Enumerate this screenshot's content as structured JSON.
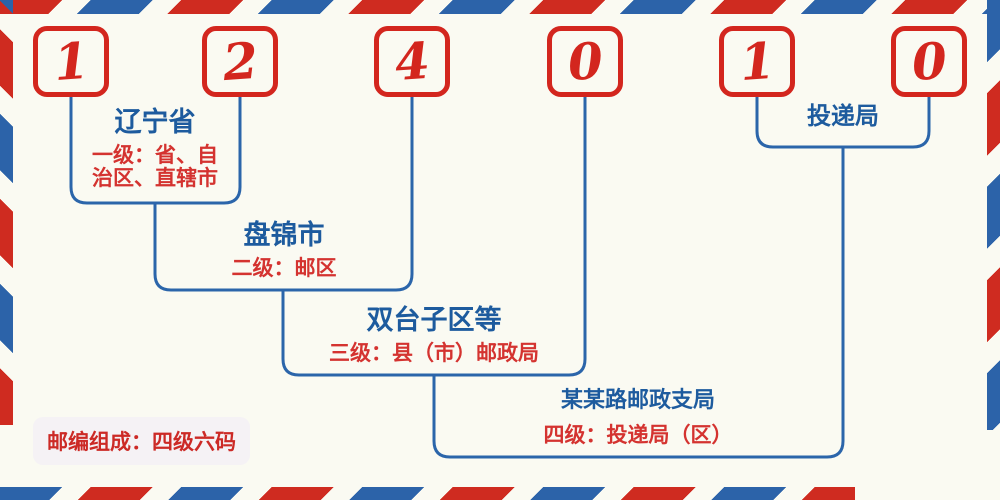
{
  "postal_code": {
    "digits": [
      "1",
      "2",
      "4",
      "0",
      "1",
      "0"
    ]
  },
  "levels": [
    {
      "title": "辽宁省",
      "desc": "一级：省、自\n治区、直辖市"
    },
    {
      "title": "盘锦市",
      "desc": "二级：邮区"
    },
    {
      "title": "双台子区等",
      "desc": "三级：县（市）邮政局"
    },
    {
      "title": "某某路邮政支局",
      "desc": "四级：投递局（区）"
    },
    {
      "title": "投递局",
      "desc": ""
    }
  ],
  "note": {
    "text": "邮编组成：四级六码"
  },
  "colors": {
    "stripe_red": "#cf2b20",
    "stripe_blue": "#2c63a9",
    "digit_red": "#d3261e",
    "line_blue": "#2b65aa",
    "title_blue": "#1d5b9e",
    "desc_red": "#d43330",
    "background": "#fafaf2"
  }
}
